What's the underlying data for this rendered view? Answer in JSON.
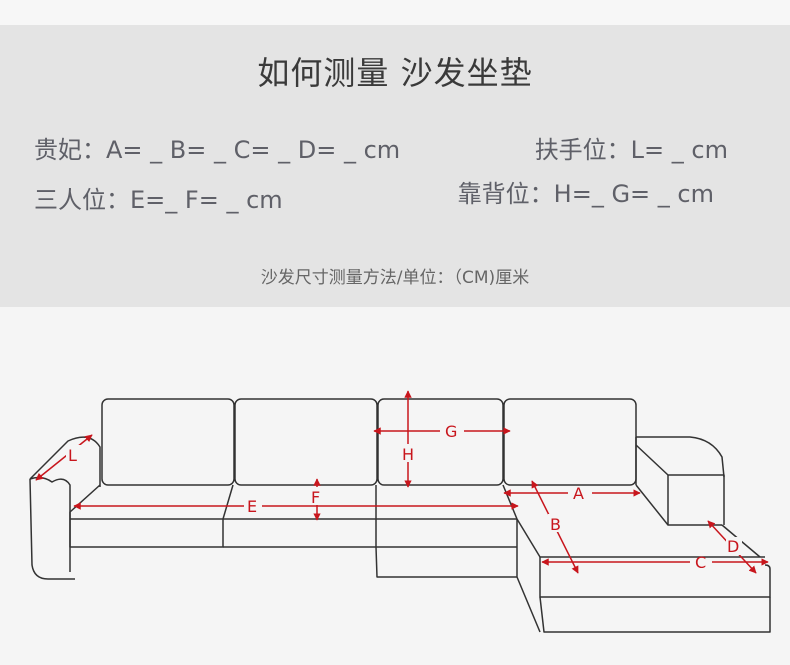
{
  "header": {
    "title": "如何测量  沙发坐垫",
    "subtitle": "沙发尺寸测量方法/单位：（CM)厘米"
  },
  "specs": {
    "line1": "贵妃：A= _  B= _  C= _  D= _  cm",
    "line2": "扶手位：L= _  cm",
    "line3": "三人位：E=_  F= _  cm",
    "line4": "靠背位：H=_  G= _  cm"
  },
  "diagram": {
    "labels": {
      "L": "L",
      "G": "G",
      "H": "H",
      "F": "F",
      "E": "E",
      "A": "A",
      "B": "B",
      "C": "C",
      "D": "D"
    },
    "colors": {
      "outline": "#333333",
      "dimension": "#c8161d"
    }
  }
}
